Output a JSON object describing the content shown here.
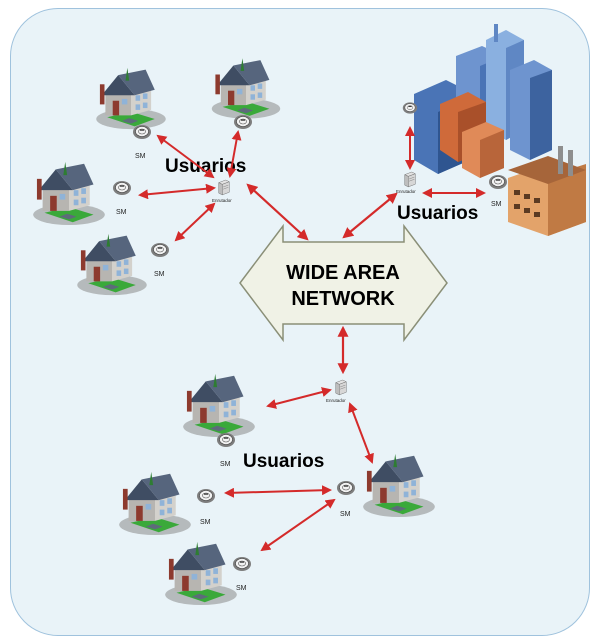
{
  "wan": {
    "line1": "WIDE AREA",
    "line2": "NETWORK"
  },
  "labels": {
    "users": "Usuarios",
    "meter": "SM",
    "aggregator": "Enrutador"
  },
  "colors": {
    "background": "#e9f3f8",
    "border": "#9fc2dd",
    "arrow": "#d42a2a",
    "wan_fill": "#f0f2e6",
    "wan_stroke": "#8a8f77",
    "house_roof": "#3f4d63",
    "house_wall": "#b7b5b1",
    "house_door": "#8d3a2e",
    "lawn": "#3aa93a",
    "building_blue": "#4a74b6",
    "building_orange": "#cf6a3a"
  }
}
